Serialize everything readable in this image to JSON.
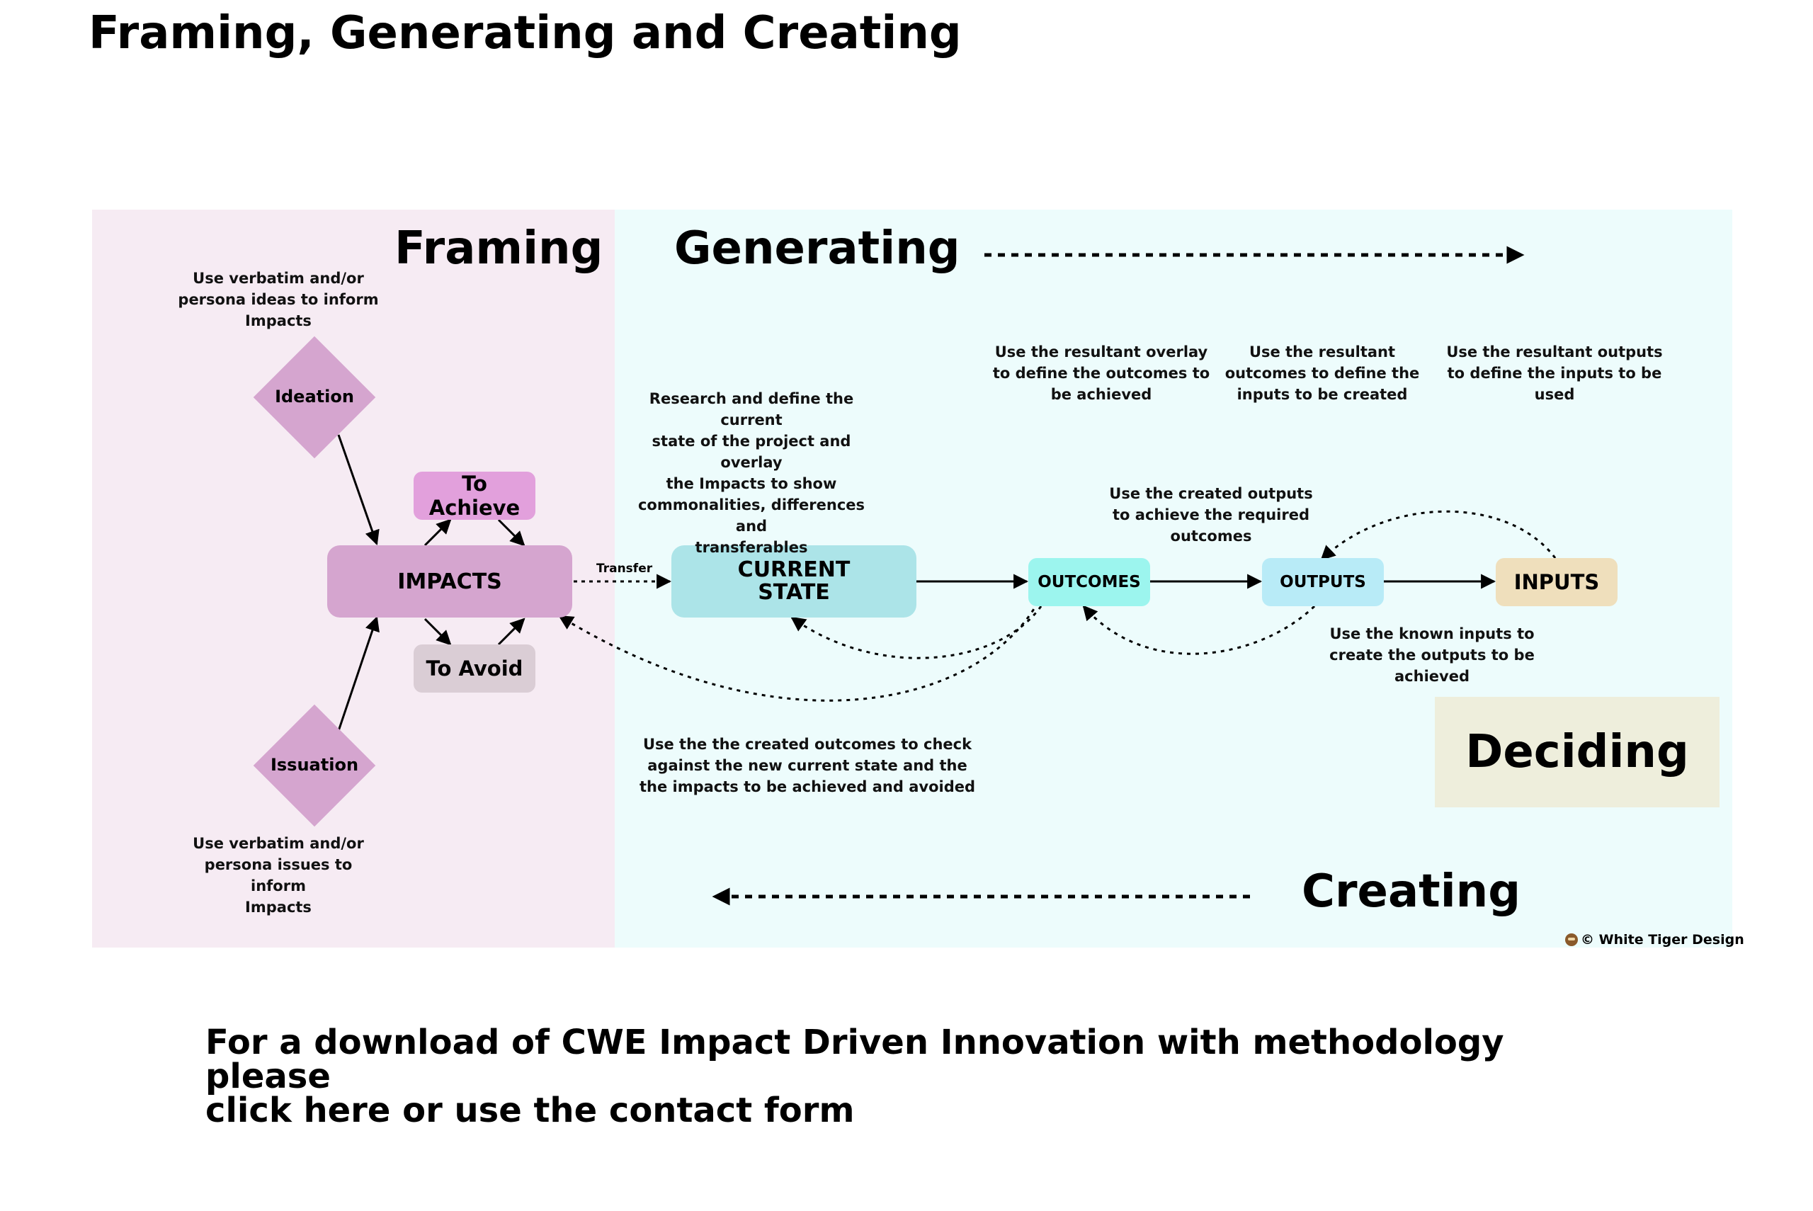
{
  "page_title": "Framing, Generating and Creating",
  "stages": {
    "framing": "Framing",
    "generating": "Generating",
    "deciding": "Deciding",
    "creating": "Creating"
  },
  "nodes": {
    "ideation": "Ideation",
    "issuation": "Issuation",
    "impacts": "IMPACTS",
    "to_achieve": "To Achieve",
    "to_avoid": "To Avoid",
    "current_state_line1": "CURRENT",
    "current_state_line2": "STATE",
    "outcomes": "OUTCOMES",
    "outputs": "OUTPUTS",
    "inputs": "INPUTS"
  },
  "edge_labels": {
    "transfer": "Transfer"
  },
  "notes": {
    "ideation": [
      "Use verbatim and/or",
      "persona ideas to inform",
      "Impacts"
    ],
    "issuation": [
      "Use verbatim and/or",
      "persona issues to inform",
      "Impacts"
    ],
    "current_state": [
      "Research and define the current",
      "state of the project and overlay",
      "the Impacts to show",
      "commonalities, differences and",
      "transferables"
    ],
    "outcomes": [
      "Use the resultant overlay",
      "to define the outcomes to",
      "be achieved"
    ],
    "outputs": [
      "Use the resultant",
      "outcomes to define the",
      "inputs to be created"
    ],
    "inputs": [
      "Use the resultant outputs",
      "to define the inputs to be",
      "used"
    ],
    "created_outputs": [
      "Use the created outputs",
      "to achieve the required",
      "outcomes"
    ],
    "known_inputs": [
      "Use the known inputs to",
      "create the outputs to be",
      "achieved"
    ],
    "check_outcomes": [
      "Use the the created outcomes to check",
      "against the new current state and the",
      "the impacts to be achieved and avoided"
    ]
  },
  "footer": [
    "For a download of CWE Impact Driven Innovation with methodology please",
    "click here or use the contact form"
  ],
  "copyright": "© White Tiger Design",
  "colors": {
    "framing_bg": "#f6ebf3",
    "generating_bg": "#edfcfc",
    "deciding_bg": "#eeeedc",
    "impacts": "#d5a5cf",
    "to_achieve": "#e2a0dc",
    "to_avoid": "#dacdd5",
    "current_state": "#ace4e8",
    "outcomes": "#9cf5ee",
    "outputs": "#b8ebf7",
    "inputs": "#efdfbc"
  }
}
